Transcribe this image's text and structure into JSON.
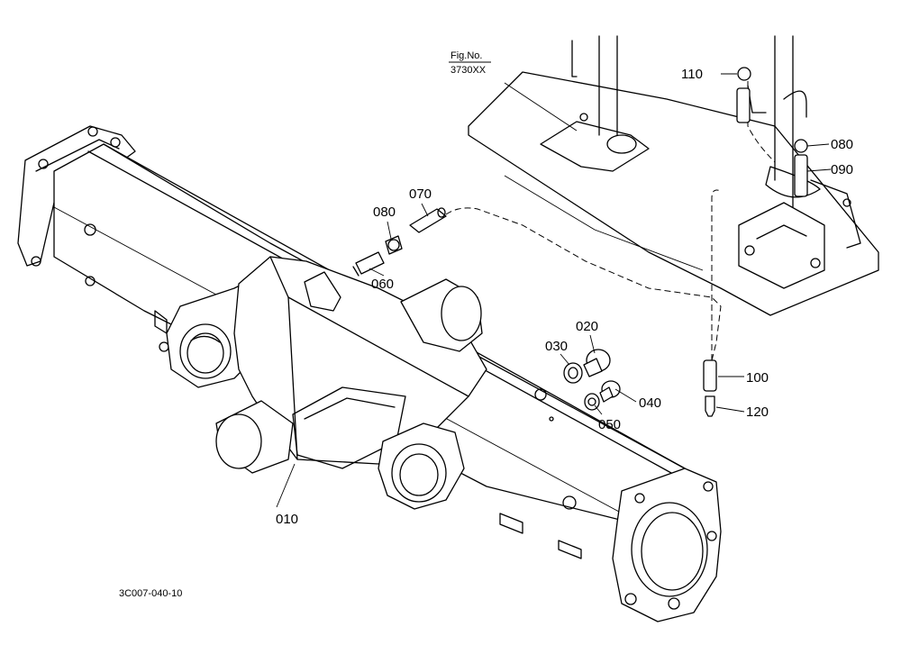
{
  "figure_ref": {
    "line1": "Fig.No.",
    "line2": "3730XX"
  },
  "drawing_code": "3C007-040-10",
  "parts": [
    {
      "id": "p010",
      "label": "010"
    },
    {
      "id": "p020",
      "label": "020"
    },
    {
      "id": "p030",
      "label": "030"
    },
    {
      "id": "p040",
      "label": "040"
    },
    {
      "id": "p050",
      "label": "050"
    },
    {
      "id": "p060",
      "label": "060"
    },
    {
      "id": "p070",
      "label": "070"
    },
    {
      "id": "p080a",
      "label": "080"
    },
    {
      "id": "p080b",
      "label": "080"
    },
    {
      "id": "p090",
      "label": "090"
    },
    {
      "id": "p100",
      "label": "100"
    },
    {
      "id": "p110",
      "label": "110"
    },
    {
      "id": "p120",
      "label": "120"
    }
  ]
}
